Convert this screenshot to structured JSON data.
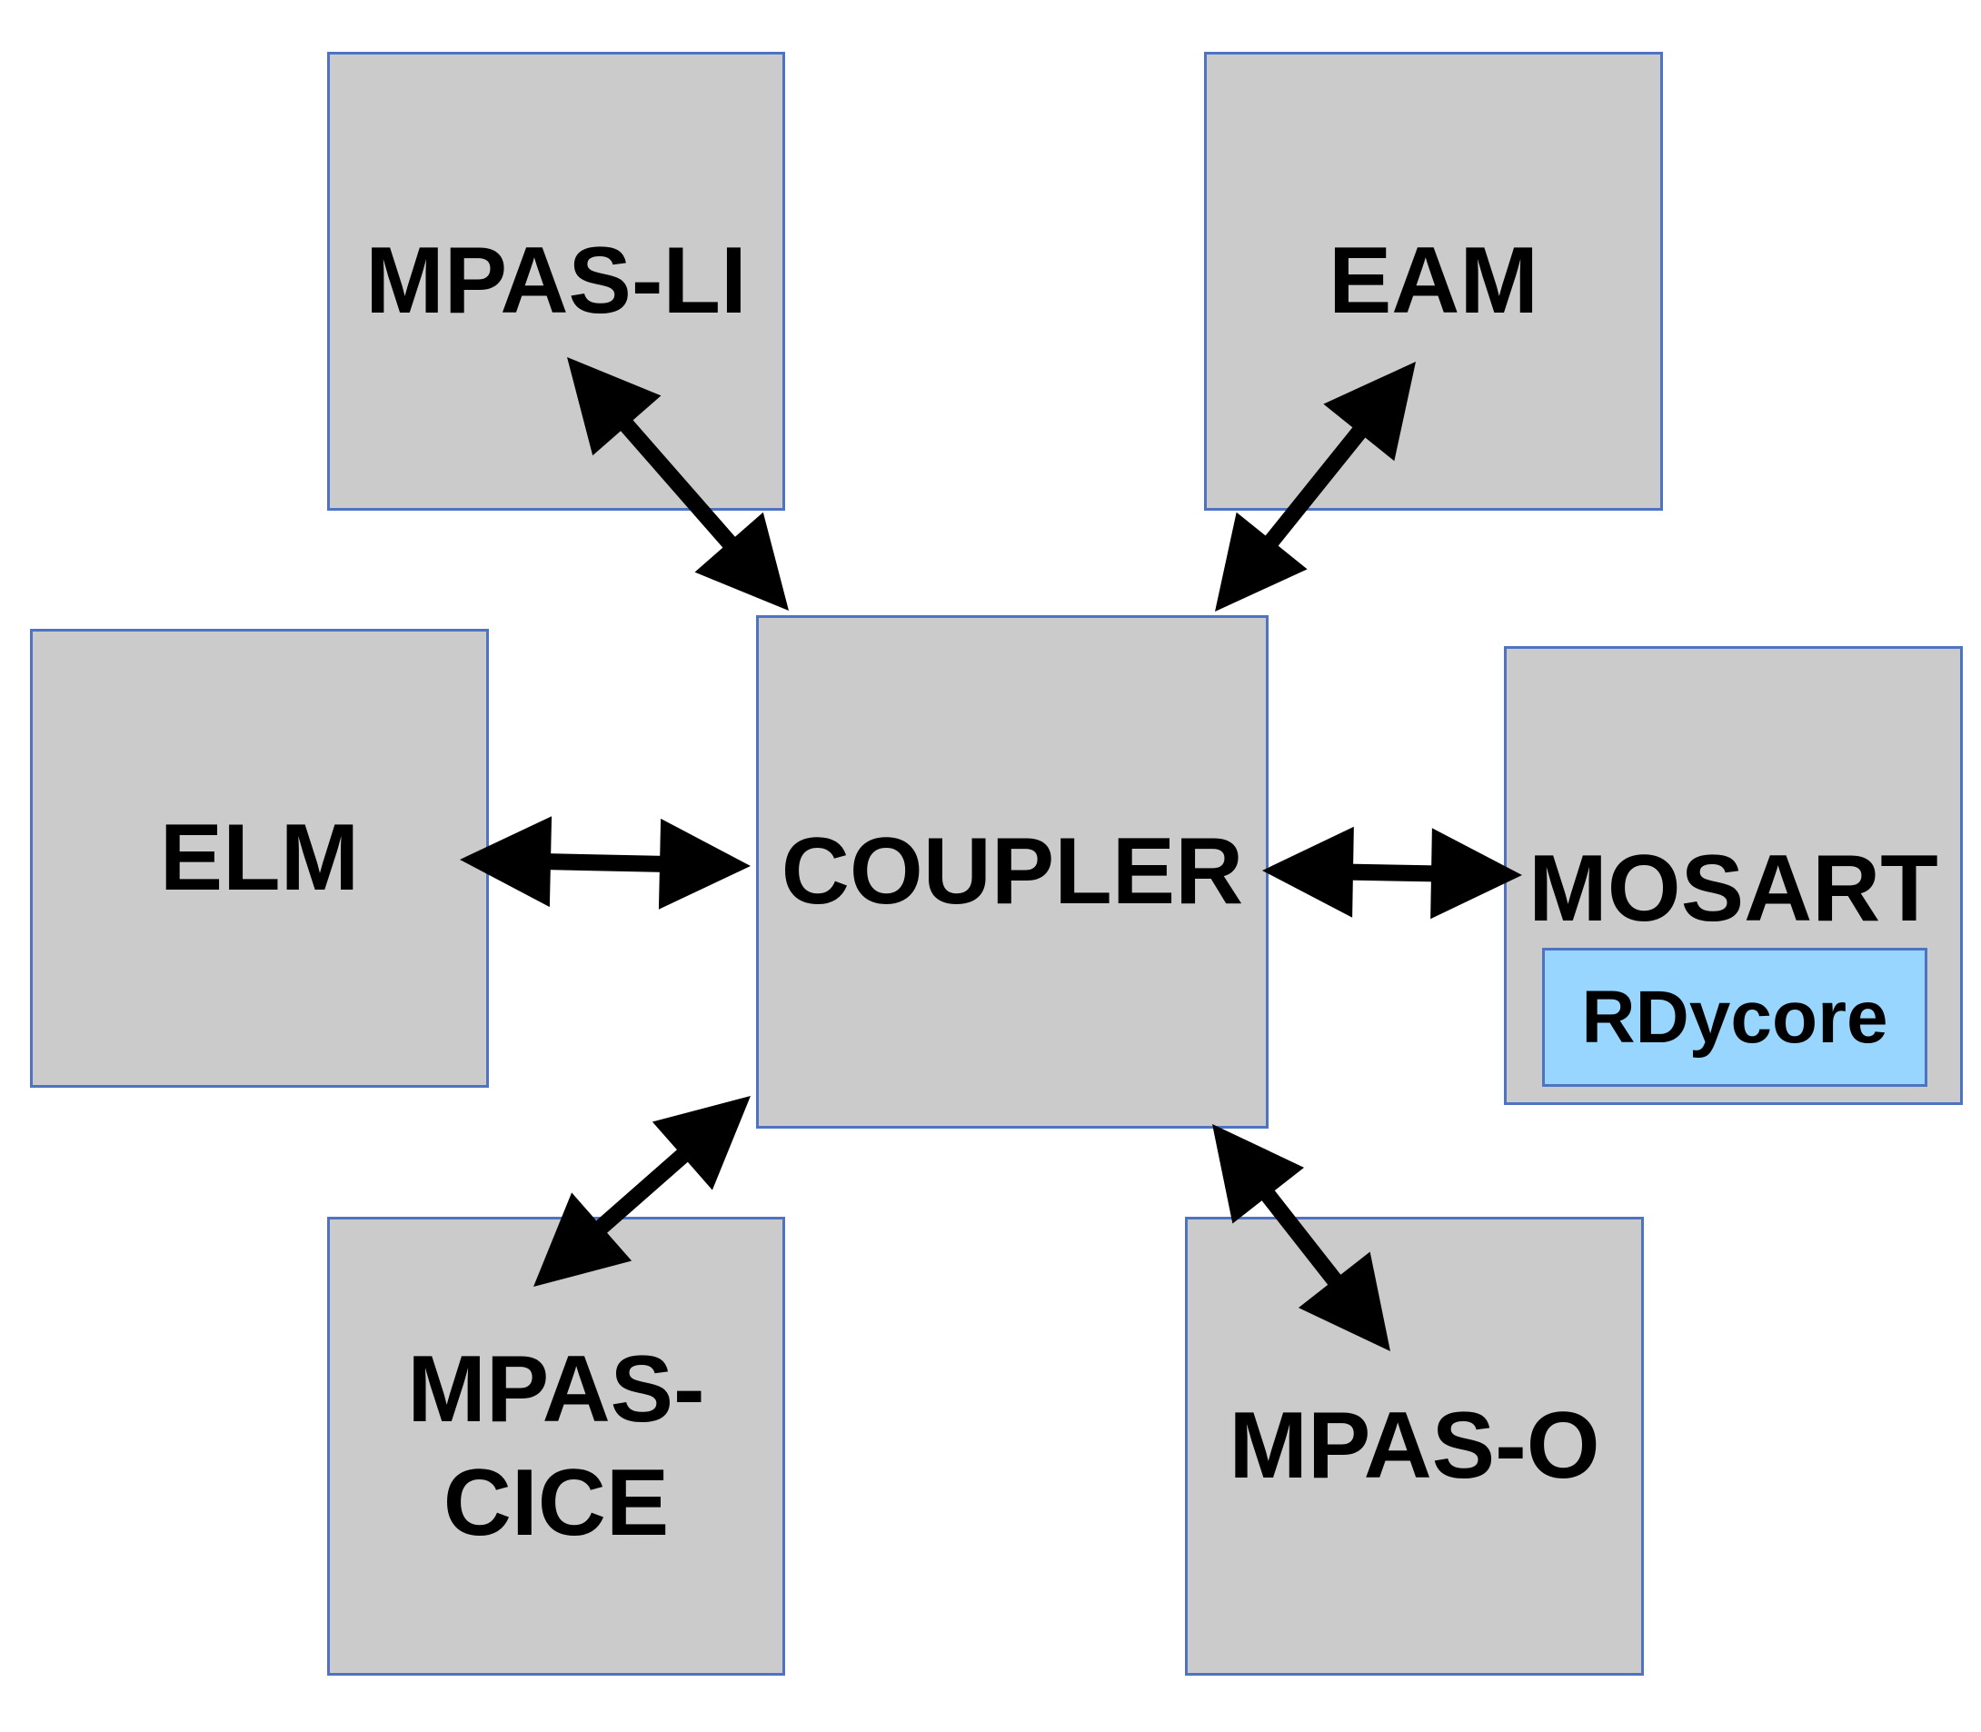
{
  "diagram": {
    "nodes": {
      "mpas_li": "MPAS-LI",
      "eam": "EAM",
      "elm": "ELM",
      "coupler": "COUPLER",
      "mosart": "MOSART",
      "rdycore": "RDycore",
      "mpas_cice_line1": "MPAS-",
      "mpas_cice_line2": "CICE",
      "mpas_o": "MPAS-O"
    },
    "edges": [
      {
        "from": "COUPLER",
        "to": "MPAS-LI",
        "direction": "bidirectional"
      },
      {
        "from": "COUPLER",
        "to": "EAM",
        "direction": "bidirectional"
      },
      {
        "from": "COUPLER",
        "to": "ELM",
        "direction": "bidirectional"
      },
      {
        "from": "COUPLER",
        "to": "MOSART",
        "direction": "bidirectional"
      },
      {
        "from": "COUPLER",
        "to": "MPAS-CICE",
        "direction": "bidirectional"
      },
      {
        "from": "COUPLER",
        "to": "MPAS-O",
        "direction": "bidirectional"
      }
    ],
    "colors": {
      "box_fill": "#cbcbcb",
      "box_border": "#4e73c3",
      "sub_box_fill": "#99d6ff",
      "arrow": "#000000"
    }
  }
}
